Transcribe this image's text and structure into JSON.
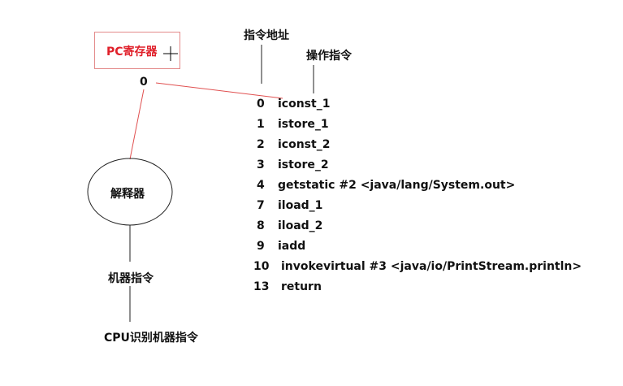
{
  "diagram": {
    "pc_register": {
      "label": "PC寄存器",
      "value": "0"
    },
    "header_address": "指令地址",
    "header_operation": "操作指令",
    "interpreter": "解释器",
    "machine_code": "机器指令",
    "cpu_label": "CPU识别机器指令",
    "instructions": [
      {
        "addr": "0",
        "op": "iconst_1"
      },
      {
        "addr": "1",
        "op": "istore_1"
      },
      {
        "addr": "2",
        "op": "iconst_2"
      },
      {
        "addr": "3",
        "op": "istore_2"
      },
      {
        "addr": "4",
        "op": "getstatic #2 <java/lang/System.out>"
      },
      {
        "addr": "7",
        "op": "iload_1"
      },
      {
        "addr": "8",
        "op": "iload_2"
      },
      {
        "addr": "9",
        "op": "iadd"
      },
      {
        "addr": "10",
        "op": "invokevirtual #3 <java/io/PrintStream.println>"
      },
      {
        "addr": "13",
        "op": "return"
      }
    ],
    "colors": {
      "red": "#e0202a",
      "box_border": "#e38a8a",
      "line": "#222222"
    }
  }
}
